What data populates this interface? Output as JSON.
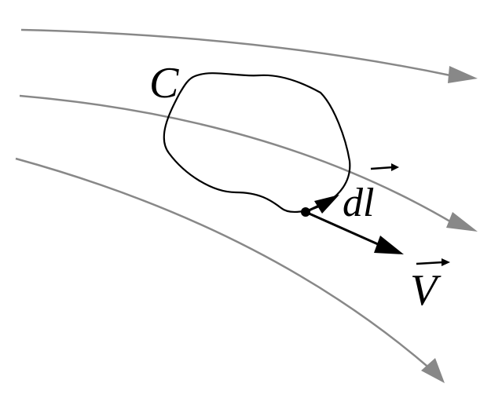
{
  "labels": {
    "curve": "C",
    "element": "dl",
    "velocity": "V"
  },
  "colors": {
    "streamline": "#888888",
    "ink": "#000000"
  }
}
